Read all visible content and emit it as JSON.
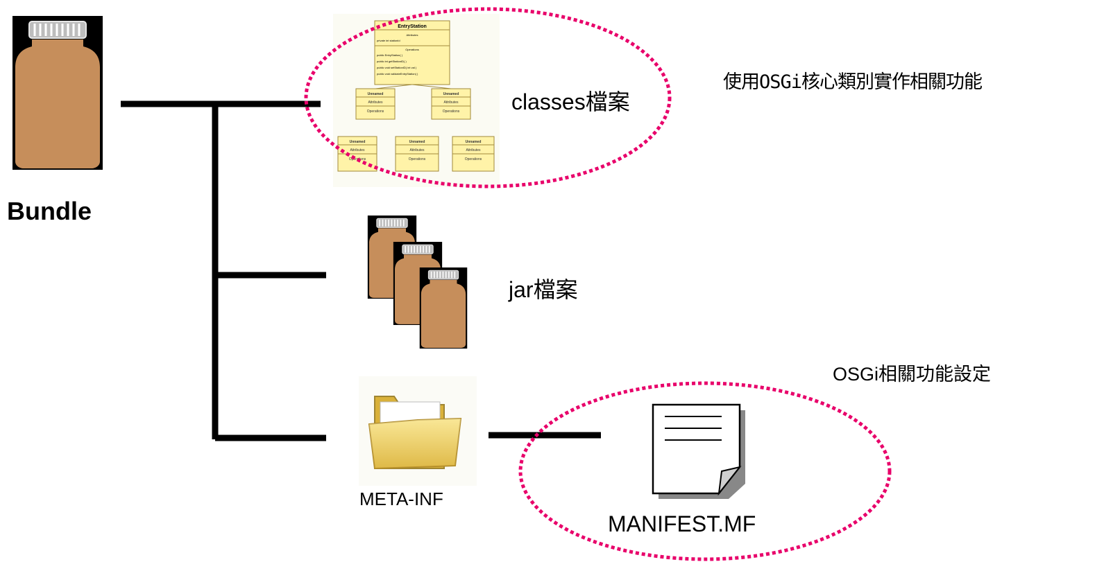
{
  "root": {
    "label": "Bundle",
    "icon": "jar-icon"
  },
  "children": [
    {
      "label": "classes檔案",
      "icon": "uml-class-diagram-icon",
      "note": "使用OSGi核心類別實作相關功能",
      "uml": {
        "top_class": {
          "name": "EntryStation",
          "section1": "Attributes",
          "attr": "private int stationId",
          "section2": "Operations",
          "ops": [
            "public EntryStation( )",
            "public int getStationID( )",
            "public void setStationID( int val )",
            "public void validateEntryStation( )"
          ]
        },
        "classes": [
          {
            "name": "Unnamed",
            "attr": "Attributes",
            "op": "Operations"
          },
          {
            "name": "Unnamed",
            "attr": "Attributes",
            "op": "Operations"
          },
          {
            "name": "Unnamed",
            "attr": "Attributes",
            "op": "Operations"
          },
          {
            "name": "Unnamed",
            "attr": "Attributes",
            "op": "Operations"
          },
          {
            "name": "Unnamed",
            "attr": "Attributes",
            "op": "Operations"
          }
        ]
      }
    },
    {
      "label": "jar檔案",
      "icon": "jar-stack-icon"
    },
    {
      "label": "META-INF",
      "icon": "folder-icon",
      "child": {
        "label": "MANIFEST.MF",
        "icon": "document-icon",
        "note": "OSGi相關功能設定"
      }
    }
  ],
  "colors": {
    "jar_body": "#c68e5b",
    "jar_lid": "#bbbbbb",
    "outline": "#000000",
    "highlight_ellipse": "#e8006a",
    "uml_fill": "#fff3a8",
    "uml_border": "#a08a3a",
    "folder": "#f2d25c"
  }
}
